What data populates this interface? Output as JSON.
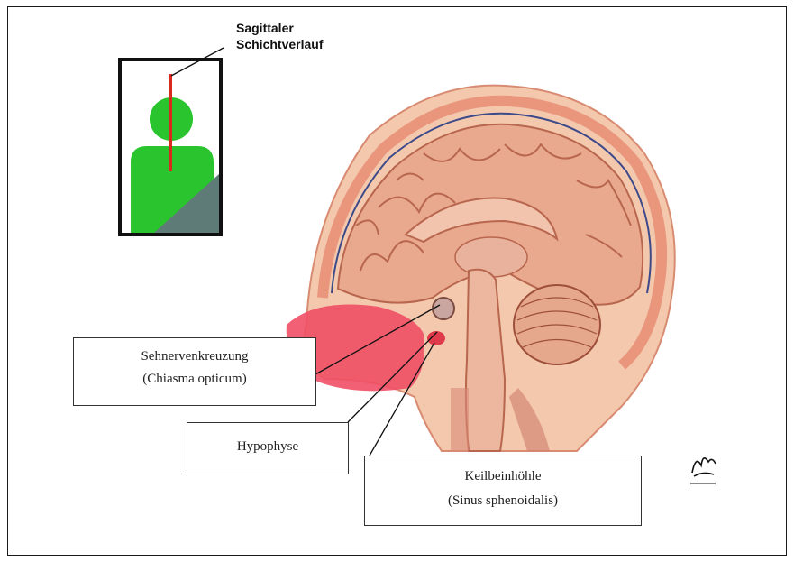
{
  "orientation": {
    "label_line1": "Sagittaler",
    "label_line2": "Schichtverlauf"
  },
  "labels": {
    "chiasma_de": "Sehnervenkreuzung",
    "chiasma_lat": "(Chiasma opticum)",
    "hypophyse": "Hypophyse",
    "sinus_de": "Keilbeinhöhle",
    "sinus_lat": "(Sinus sphenoidalis)"
  },
  "colors": {
    "figure_green": "#29c42e",
    "cut_line": "#d9281c",
    "wedge_gray": "#5f7b78",
    "brain": "#e9a98f",
    "brain_sulci": "#b8664d",
    "skin": "#f3c8ad",
    "mucosa": "#ef4f65"
  }
}
